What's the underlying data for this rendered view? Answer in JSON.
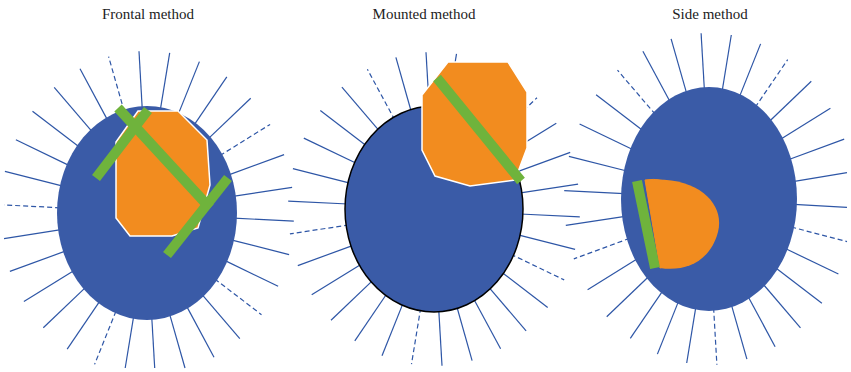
{
  "diagram": {
    "labels": [
      "Frontal method",
      "Mounted method",
      "Side method"
    ]
  }
}
